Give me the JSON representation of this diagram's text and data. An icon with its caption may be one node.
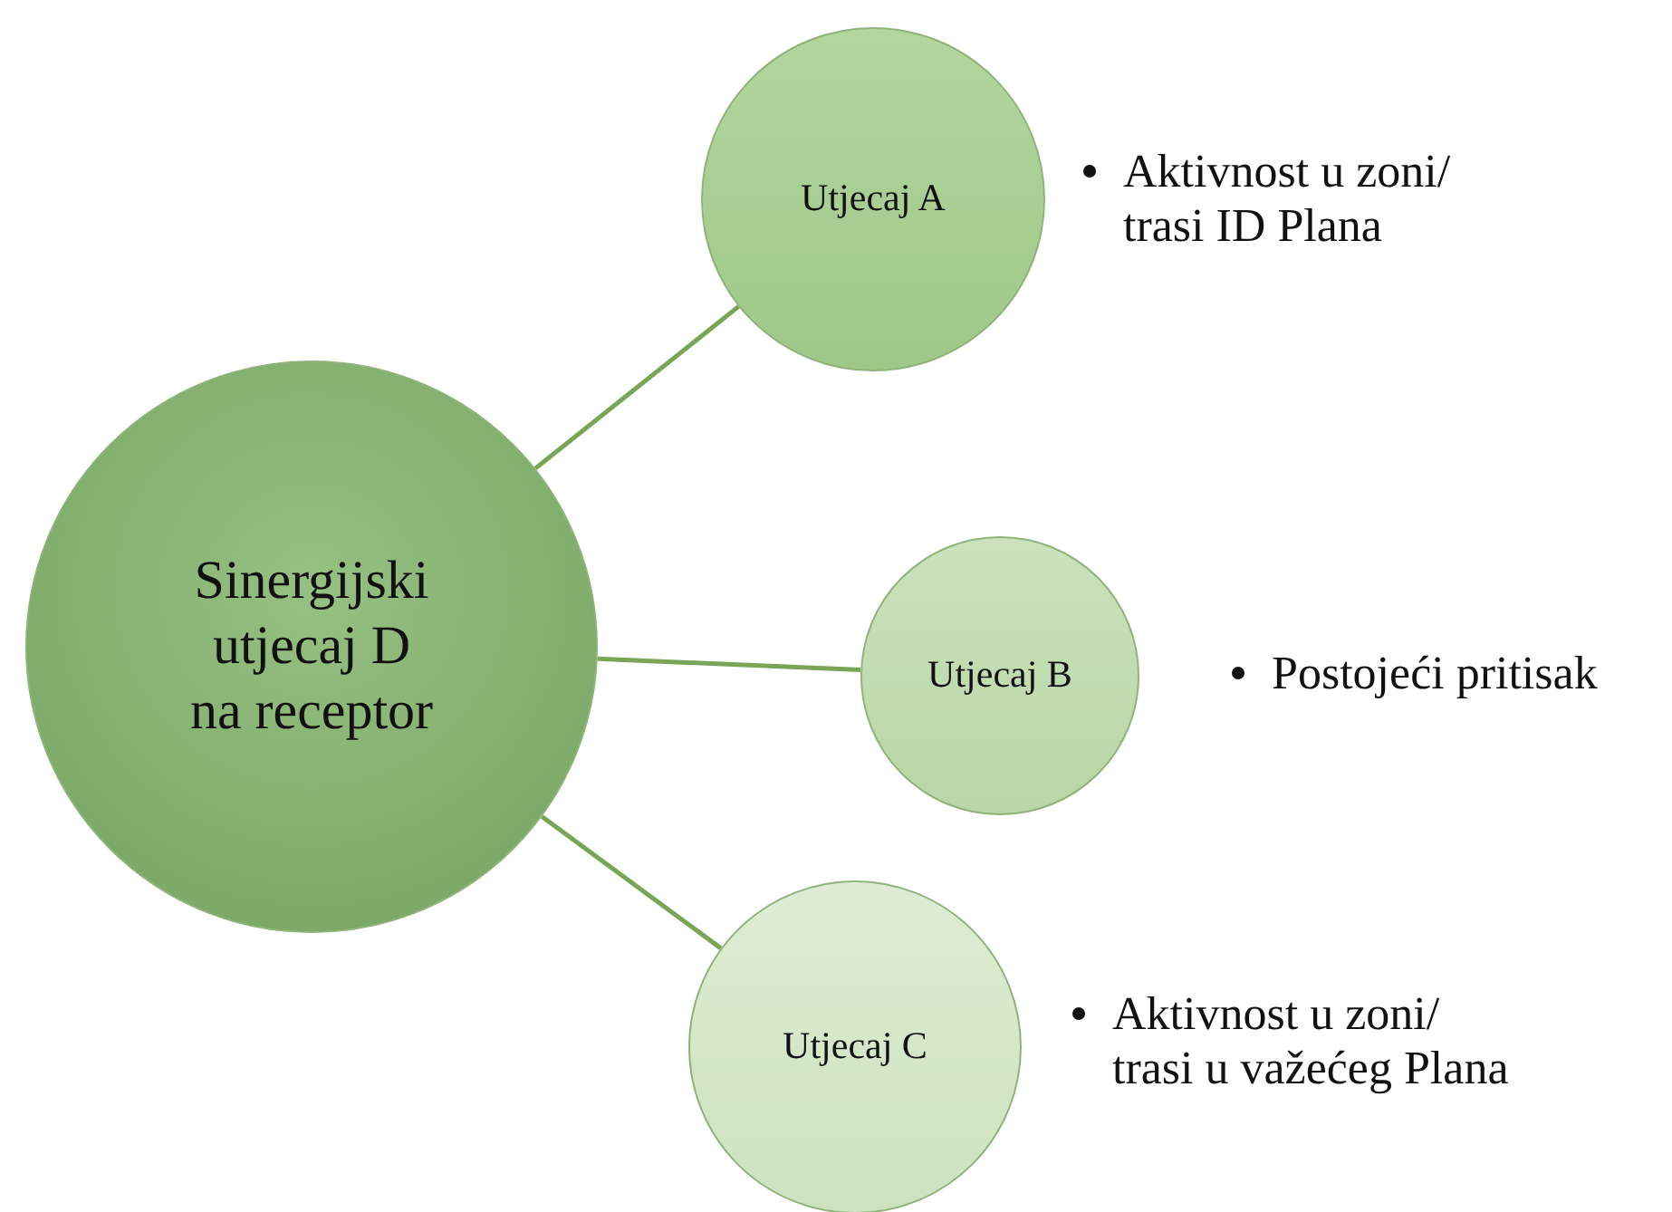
{
  "diagram": {
    "nodes": [
      {
        "text": [
          "Sinergijski utjecaj D na receptor"
        ]
      },
      {
        "text": [
          "Utjecaj A"
        ],
        "beside": [
          "Aktivnost u zoni/ trasi ID Plana"
        ]
      },
      {
        "text": [
          "Utjecaj B"
        ],
        "beside": [
          "Postojeći pritisak"
        ]
      },
      {
        "text": [
          "Utjecaj C"
        ],
        "beside": [
          "Aktivnost u zoni/ trasi u važećeg Plana"
        ]
      }
    ],
    "edges": [
      {
        "from": 0,
        "to": 1,
        "arrow": "none"
      },
      {
        "from": 0,
        "to": 2,
        "arrow": "none"
      },
      {
        "from": 0,
        "to": 3,
        "arrow": "none"
      }
    ]
  }
}
